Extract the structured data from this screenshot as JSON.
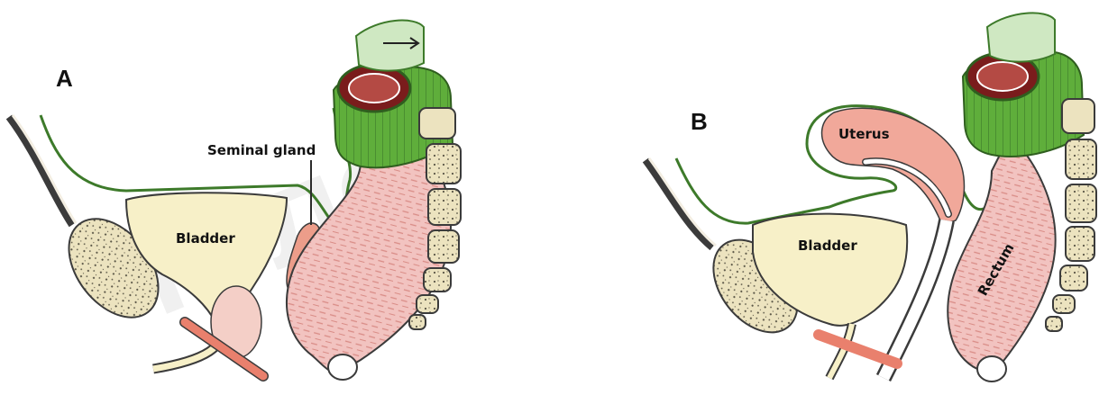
{
  "panels": [
    {
      "letter": "A",
      "labels": {
        "bladder": "Bladder",
        "seminal_gland": "Seminal gland"
      }
    },
    {
      "letter": "B",
      "labels": {
        "bladder": "Bladder",
        "uterus": "Uterus",
        "rectum": "Rectum"
      }
    }
  ],
  "watermark": "тело",
  "colors": {
    "peritoneum": "#3d7a2a",
    "colon_green": "#5fae3b",
    "colon_green_light": "#cfe8c2",
    "rectum_pink": "#f2c3c0",
    "rectum_stripe": "#d98c86",
    "bladder_yellow": "#f7f0c8",
    "bone": "#ece3bf",
    "uterus_pink": "#f1a89a",
    "duct_red": "#e9806d"
  }
}
